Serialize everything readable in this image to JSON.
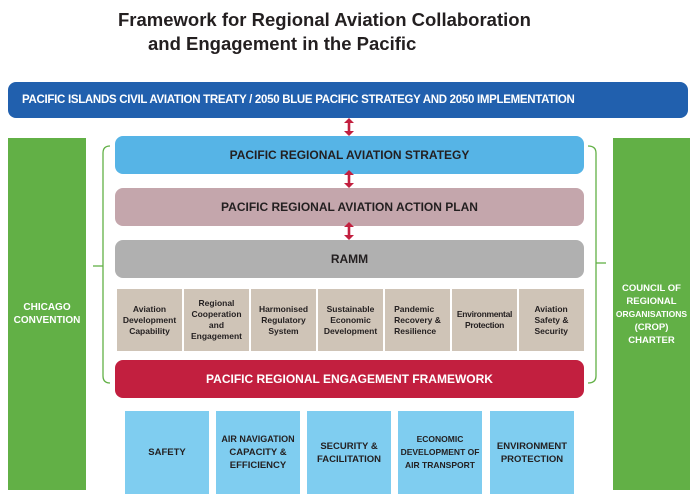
{
  "title": {
    "line1": "Framework for Regional Aviation Collaboration",
    "line2": "and Engagement in the Pacific"
  },
  "top_bar": {
    "label": "PACIFIC ISLANDS CIVIL AVIATION TREATY / 2050 BLUE PACIFIC STRATEGY AND 2050 IMPLEMENTATION",
    "color": "#2160ae"
  },
  "left_pillar": {
    "lines": [
      "CHICAGO",
      "CONVENTION"
    ],
    "color": "#62b046"
  },
  "right_pillar": {
    "lines": [
      "COUNCIL OF",
      "REGIONAL",
      "ORGANISATIONS",
      "(CROP)",
      "CHARTER"
    ],
    "color": "#62b046"
  },
  "layers": {
    "strategy": {
      "label": "PACIFIC REGIONAL AVIATION STRATEGY",
      "color": "#56b4e6"
    },
    "action_plan": {
      "label": "PACIFIC REGIONAL AVIATION ACTION PLAN",
      "color": "#c4a6ac"
    },
    "ramm": {
      "label": "RAMM",
      "color": "#b0b0b0"
    },
    "engagement": {
      "label": "PACIFIC REGIONAL ENGAGEMENT FRAMEWORK",
      "color": "#c21f3f"
    }
  },
  "focus_areas": [
    {
      "lines": [
        "Aviation",
        "Development",
        "Capability"
      ]
    },
    {
      "lines": [
        "Regional",
        "Cooperation",
        "and",
        "Engagement"
      ]
    },
    {
      "lines": [
        "Harmonised",
        "Regulatory",
        "System"
      ]
    },
    {
      "lines": [
        "Sustainable",
        "Economic",
        "Development"
      ]
    },
    {
      "lines": [
        "Pandemic",
        "Recovery &",
        "Resilience"
      ]
    },
    {
      "lines": [
        "Environmental",
        "Protection"
      ]
    },
    {
      "lines": [
        "Aviation",
        "Safety &",
        "Security"
      ]
    }
  ],
  "strategic_objectives": [
    {
      "lines": [
        "SAFETY"
      ]
    },
    {
      "lines": [
        "AIR NAVIGATION",
        "CAPACITY &",
        "EFFICIENCY"
      ]
    },
    {
      "lines": [
        "SECURITY &",
        "FACILITATION"
      ]
    },
    {
      "lines": [
        "ECONOMIC",
        "DEVELOPMENT OF",
        "AIR TRANSPORT"
      ]
    },
    {
      "lines": [
        "ENVIRONMENT",
        "PROTECTION"
      ]
    }
  ],
  "colors": {
    "arrow": "#c21f3f",
    "bracket": "#62b046",
    "focus_area_fill": "#cfc4b7",
    "objective_fill": "#7fcdf0"
  },
  "arrows": [
    "double-arrow-icon",
    "double-arrow-icon",
    "double-arrow-icon"
  ]
}
